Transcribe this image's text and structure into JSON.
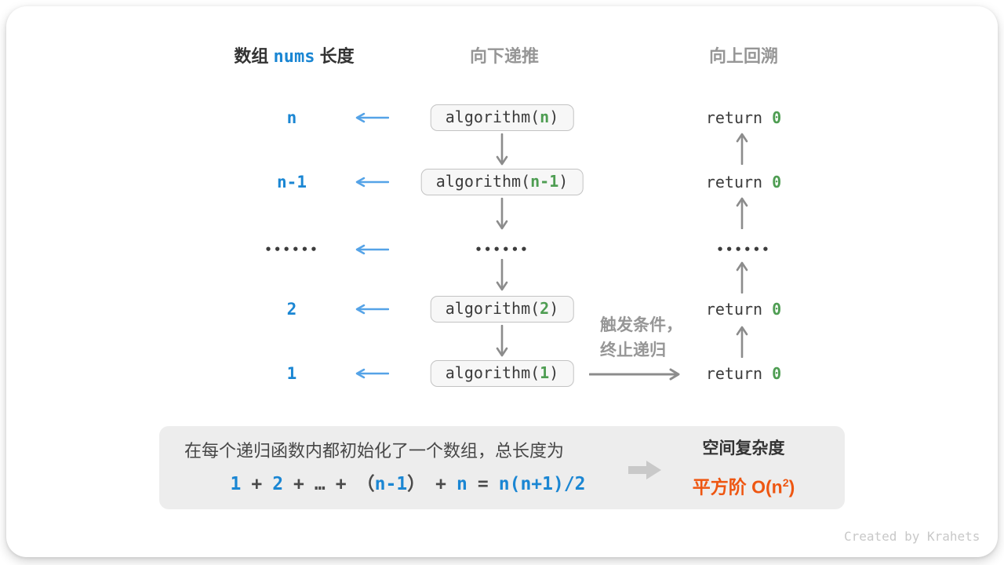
{
  "colors": {
    "blue": "#1a86d3",
    "arrow-blue": "#55a3e7",
    "green": "#4e9d52",
    "gray-text": "#969696",
    "dark-text": "#3b3b3b",
    "heading-dark": "#333333",
    "arrow-gray": "#8c8c8c",
    "box-bg": "#f7f7f7",
    "box-border": "#c3c3c3",
    "panel-bg": "#ededed",
    "panel-text": "#474747",
    "orange": "#ee5611",
    "block-arrow": "#c9c9c9",
    "credit": "#c8c8c8",
    "dots": "#3c3c3c",
    "operator": "#4a4a4a"
  },
  "headers": {
    "left_prefix": "数组",
    "left_code": "nums",
    "left_suffix": "长度",
    "middle": "向下递推",
    "right": "向上回溯"
  },
  "rows": [
    {
      "label": "n",
      "call_pre": "algorithm(",
      "call_arg": "n",
      "call_post": ")",
      "return_pre": "return ",
      "return_val": "0"
    },
    {
      "label": "n-1",
      "call_pre": "algorithm(",
      "call_arg": "n-1",
      "call_post": ")",
      "return_pre": "return ",
      "return_val": "0"
    },
    {
      "dots": "••••••"
    },
    {
      "label": "2",
      "call_pre": "algorithm(",
      "call_arg": "2",
      "call_post": ")",
      "return_pre": "return ",
      "return_val": "0"
    },
    {
      "label": "1",
      "call_pre": "algorithm(",
      "call_arg": "1",
      "call_post": ")",
      "return_pre": "return ",
      "return_val": "0"
    }
  ],
  "annotation": {
    "line1": "触发条件，",
    "line2": "终止递归"
  },
  "summary": {
    "description": "在每个递归函数内都初始化了一个数组，总长度为",
    "formula": {
      "t1": "1",
      "op1": "+",
      "t2": "2",
      "op2": "+",
      "ellipsis": "…",
      "op3": "+",
      "lparen": "（",
      "t3": "n-1",
      "rparen": "）",
      "op4": "+",
      "t4": "n",
      "equals": "=",
      "t5": "n(n+1)/2"
    },
    "result_title": "空间复杂度",
    "result_value_pre": "平方阶 O(n",
    "result_value_sup": "2",
    "result_value_post": ")"
  },
  "credit": "Created by Krahets"
}
